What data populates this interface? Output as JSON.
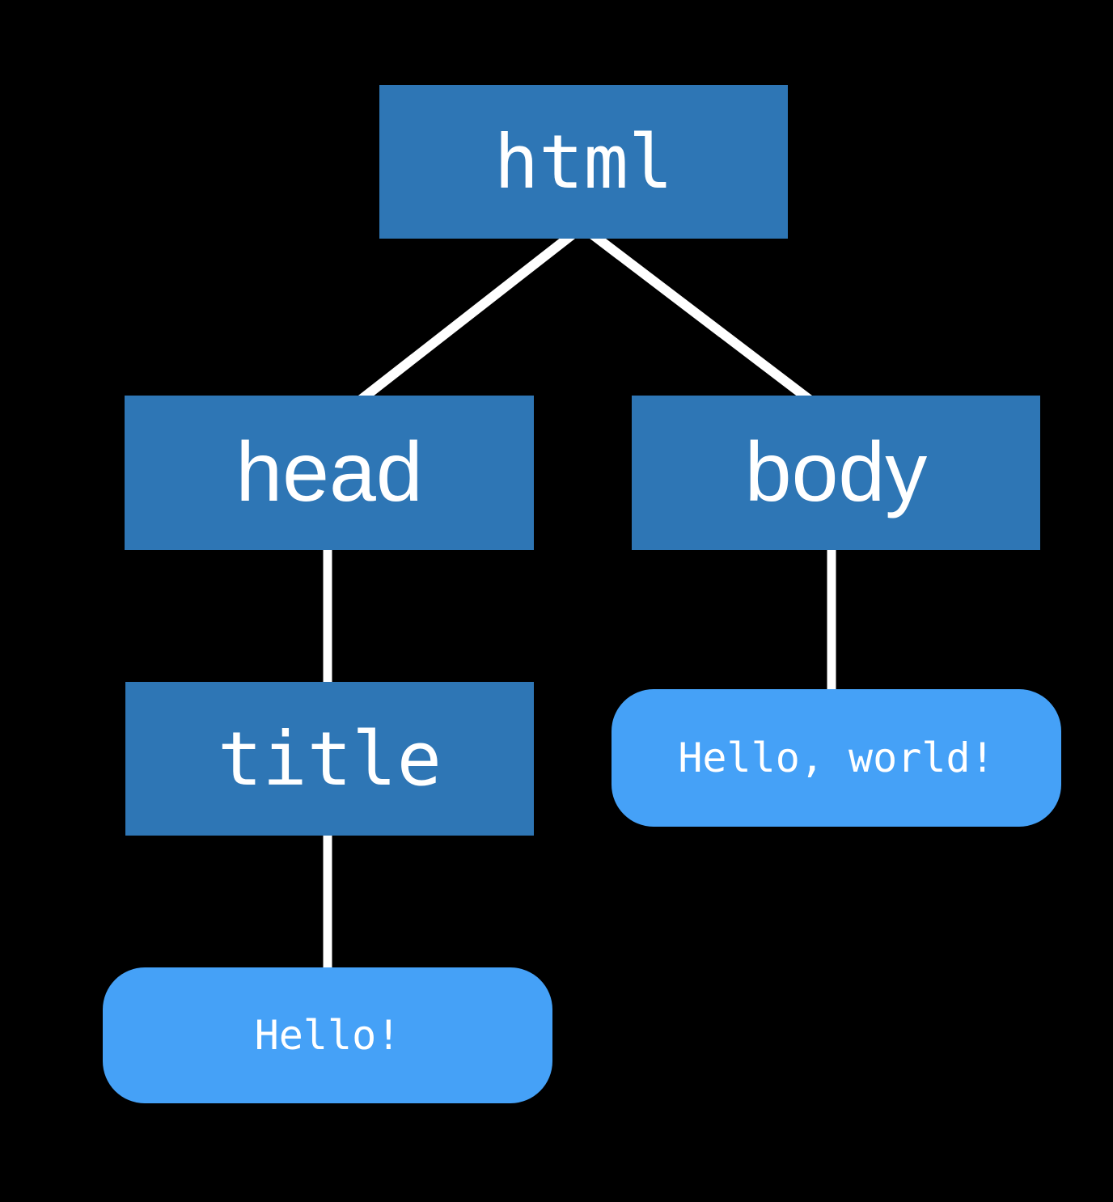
{
  "diagram": {
    "type": "tree",
    "nodes": {
      "html": {
        "label": "html",
        "kind": "element"
      },
      "head": {
        "label": "head",
        "kind": "element"
      },
      "body": {
        "label": "body",
        "kind": "element"
      },
      "title": {
        "label": "title",
        "kind": "element"
      },
      "hello": {
        "label": "Hello!",
        "kind": "text"
      },
      "hello_world": {
        "label": "Hello, world!",
        "kind": "text"
      }
    },
    "edges": [
      {
        "from": "html",
        "to": "head"
      },
      {
        "from": "html",
        "to": "body"
      },
      {
        "from": "head",
        "to": "title"
      },
      {
        "from": "title",
        "to": "hello"
      },
      {
        "from": "body",
        "to": "hello_world"
      }
    ],
    "colors": {
      "background": "#000000",
      "element_node_fill": "#2e76b5",
      "text_node_fill": "#45a1f7",
      "label_text": "#ffffff",
      "connector": "#ffffff"
    }
  }
}
